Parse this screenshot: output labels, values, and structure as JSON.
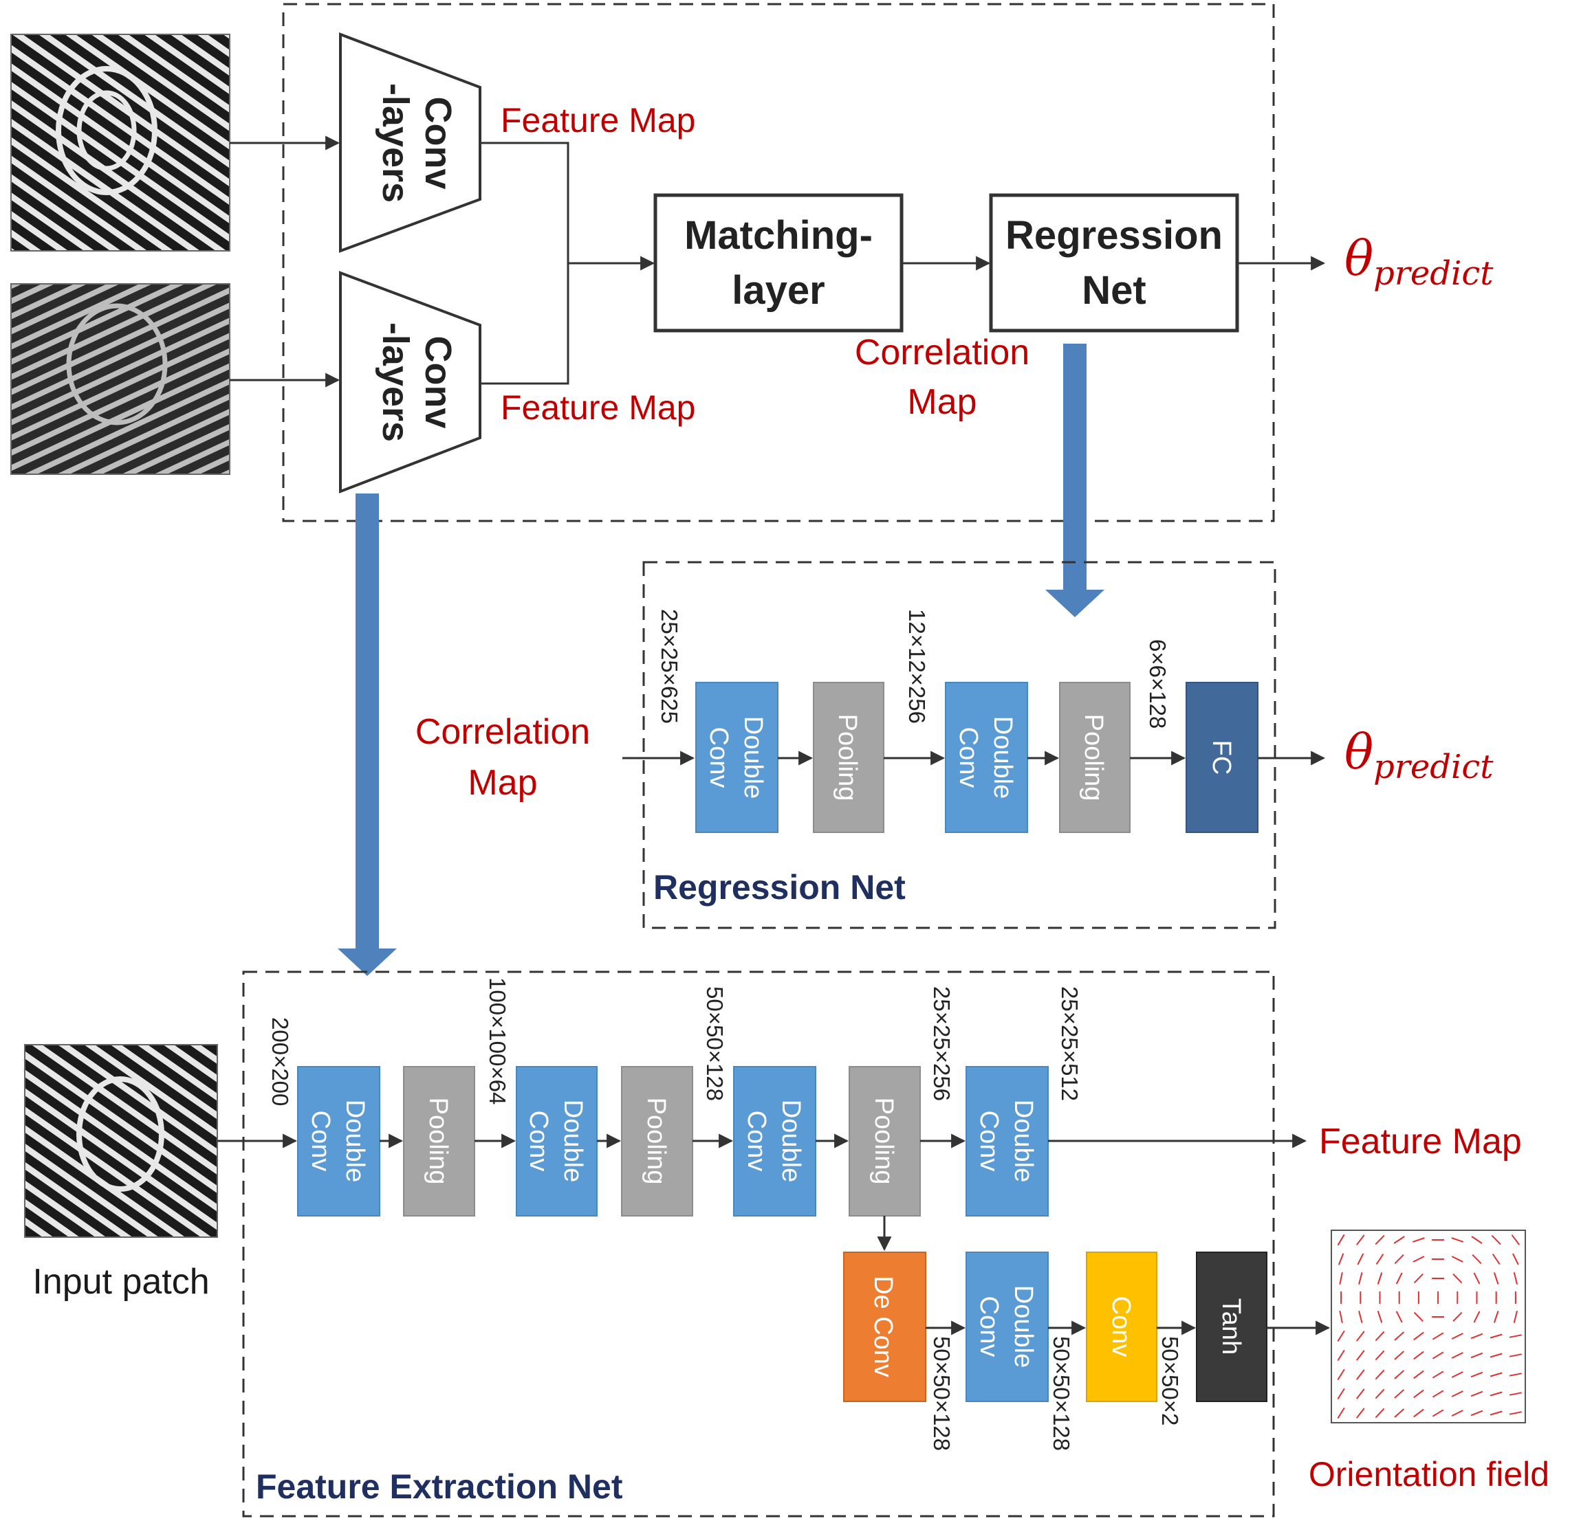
{
  "colors": {
    "label_red": "#c00000",
    "block_blue": "#5b9bd5",
    "block_gray": "#a5a5a5",
    "block_darkblue": "#41699a",
    "block_orange": "#ed7d31",
    "block_yellow": "#ffc000",
    "block_black": "#3a3a3a",
    "big_arrow": "#4f81bd"
  },
  "top": {
    "conv_layers": "Conv -layers",
    "conv_line1": "Conv",
    "conv_line2": "-layers",
    "feature_map": "Feature Map",
    "matching_line1": "Matching-",
    "matching_line2": "layer",
    "regression_line1": "Regression",
    "regression_line2": "Net",
    "correlation_line1": "Correlation",
    "correlation_line2": "Map",
    "theta": "θ",
    "theta_sub": "predict"
  },
  "regression_net": {
    "title": "Regression Net",
    "input_line1": "Correlation",
    "input_line2": "Map",
    "dims": [
      "25×25×625",
      "12×12×256",
      "6×6×128"
    ],
    "double_conv_line1": "Double",
    "double_conv_line2": "Conv",
    "pooling": "Pooling",
    "fc": "FC",
    "theta": "θ",
    "theta_sub": "predict"
  },
  "feature_net": {
    "title": "Feature Extraction Net",
    "input_label": "Input patch",
    "dims_top": [
      "200×200",
      "100×100×64",
      "50×50×128",
      "25×25×256",
      "25×25×512"
    ],
    "dims_bottom": [
      "50×50×128",
      "50×50×128",
      "50×50×2"
    ],
    "double_conv_line1": "Double",
    "double_conv_line2": "Conv",
    "pooling": "Pooling",
    "deconv": "De Conv",
    "conv": "Conv",
    "tanh": "Tanh",
    "feature_map_out": "Feature Map",
    "orientation_field": "Orientation field"
  }
}
